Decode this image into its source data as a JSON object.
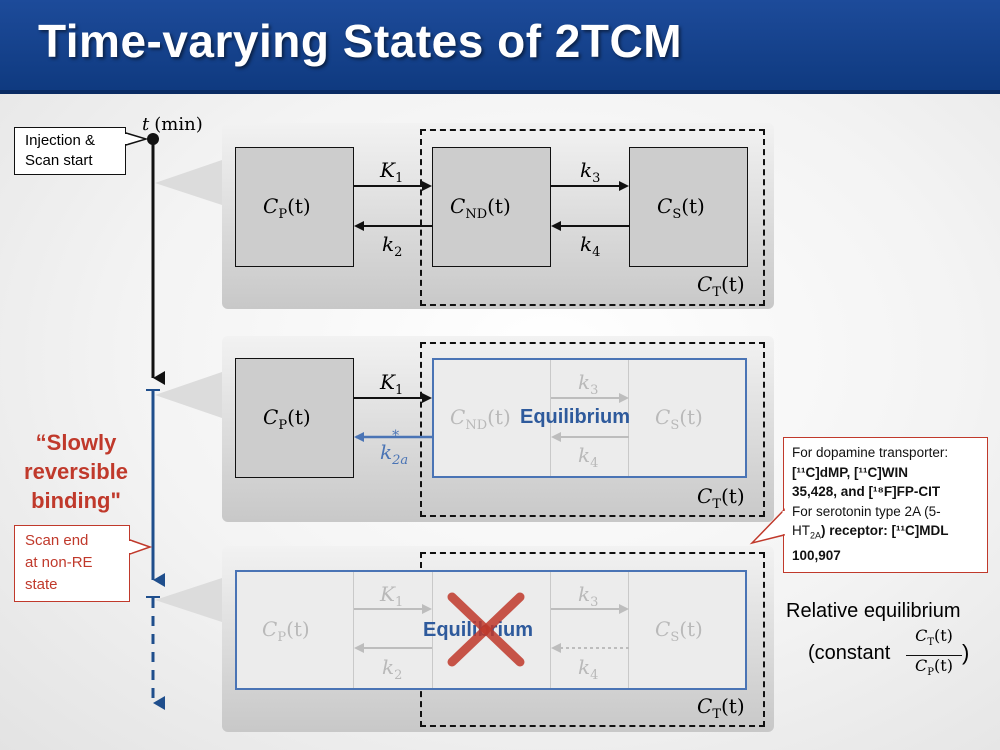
{
  "title": "Time-varying States of 2TCM",
  "timeline": {
    "axis_label_var": "t",
    "axis_label_unit": "(min)",
    "injection_label_line1": "Injection &",
    "injection_label_line2": "Scan start",
    "slowly_line1": "“Slowly",
    "slowly_line2": "reversible",
    "slowly_line3": "binding\"",
    "scan_end_line1": "Scan end",
    "scan_end_line2": "at non-RE",
    "scan_end_line3": "state"
  },
  "compartments": {
    "cp": "C",
    "cp_sub": "P",
    "cnd": "C",
    "cnd_sub": "ND",
    "cs": "C",
    "cs_sub": "S",
    "ct": "C",
    "ct_sub": "T",
    "arg": "(t)"
  },
  "rates": {
    "K1": "K",
    "K1_sub": "1",
    "k2": "k",
    "k2_sub": "2",
    "k3": "k",
    "k3_sub": "3",
    "k4": "k",
    "k4_sub": "4",
    "k2a_sub": "2a",
    "k2a_sup": "*"
  },
  "equilibrium_label": "Equilibrium",
  "info_box": {
    "line1": "For dopamine transporter:",
    "line2": "[¹¹C]dMP, [¹¹C]WIN",
    "line3": "35,428, and [¹⁸F]FP-CIT",
    "line4": "For serotonin type 2A (5-",
    "line5a": "HT",
    "line5_sub": "2A",
    "line5b": ") receptor: [¹¹C]MDL",
    "line6": "100,907"
  },
  "relative_eq": {
    "line1": "Relative equilibrium",
    "line2": "(constant",
    "close_paren": ")"
  },
  "colors": {
    "title_bg": "#1d4b9a",
    "blue_accent": "#2e5a9c",
    "red_accent": "#c0392b",
    "cross_red": "#c0392b"
  }
}
